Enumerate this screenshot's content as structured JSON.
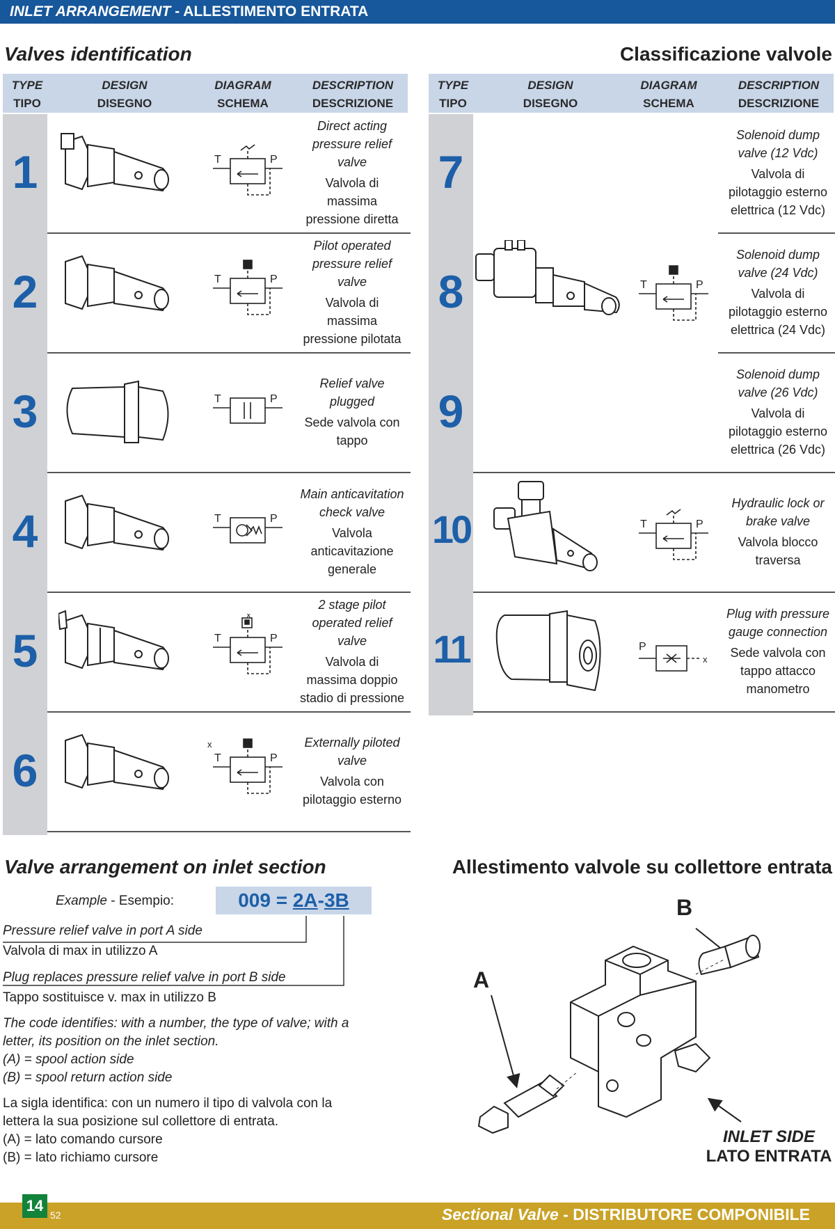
{
  "header": {
    "title_en": "INLET ARRANGEMENT",
    "sep": "-",
    "title_it": "ALLESTIMENTO ENTRATA"
  },
  "section1": {
    "title_en": "Valves identification",
    "title_it": "Classificazione valvole"
  },
  "table_headers": {
    "type": "TYPE",
    "tipo": "TIPO",
    "design": "DESIGN",
    "disegno": "DISEGNO",
    "diagram": "DIAGRAM",
    "schema": "SCHEMA",
    "description": "DESCRIPTION",
    "descrizione": "DESCRIZIONE"
  },
  "left_rows": [
    {
      "num": "1",
      "en": [
        "Direct acting",
        "pressure relief",
        "valve"
      ],
      "it": [
        "Valvola di",
        "massima",
        "pressione diretta"
      ],
      "diagram": "direct-relief",
      "design": "cartridge-a"
    },
    {
      "num": "2",
      "en": [
        "Pilot operated",
        "pressure relief",
        "valve"
      ],
      "it": [
        "Valvola di",
        "massima",
        "pressione pilotata"
      ],
      "diagram": "pilot-relief",
      "design": "cartridge-b"
    },
    {
      "num": "3",
      "en": [
        "Relief valve",
        "plugged"
      ],
      "it": [
        "Sede valvola con",
        "tappo"
      ],
      "diagram": "plugged",
      "design": "plug"
    },
    {
      "num": "4",
      "en": [
        "Main anticavitation",
        "check valve"
      ],
      "it": [
        "Valvola",
        "anticavitazione",
        "generale"
      ],
      "diagram": "check",
      "design": "cartridge-c"
    },
    {
      "num": "5",
      "en": [
        "2 stage pilot",
        "operated relief",
        "valve"
      ],
      "it": [
        "Valvola di",
        "massima doppio",
        "stadio di pressione"
      ],
      "diagram": "two-stage",
      "design": "cartridge-long"
    },
    {
      "num": "6",
      "en": [
        "Externally piloted",
        "valve"
      ],
      "it": [
        "Valvola con",
        "pilotaggio esterno"
      ],
      "diagram": "ext-pilot",
      "design": "cartridge-c"
    }
  ],
  "right_rows": [
    {
      "num": "7",
      "en": [
        "Solenoid dump",
        "valve (12 Vdc)"
      ],
      "it": [
        "Valvola di",
        "pilotaggio esterno",
        "elettrica (12 Vdc)"
      ]
    },
    {
      "num": "8",
      "en": [
        "Solenoid dump",
        "valve (24 Vdc)"
      ],
      "it": [
        "Valvola di",
        "pilotaggio esterno",
        "elettrica (24 Vdc)"
      ]
    },
    {
      "num": "9",
      "en": [
        "Solenoid dump",
        "valve (26 Vdc)"
      ],
      "it": [
        "Valvola di",
        "pilotaggio esterno",
        "elettrica (26 Vdc)"
      ]
    },
    {
      "num": "10",
      "en": [
        "Hydraulic lock or",
        "brake valve"
      ],
      "it": [
        "Valvola blocco",
        "traversa"
      ]
    },
    {
      "num": "11",
      "en": [
        "Plug with pressure",
        "gauge connection"
      ],
      "it": [
        "Sede valvola con",
        "tappo attacco",
        "manometro"
      ]
    }
  ],
  "diagram_labels": {
    "t": "T",
    "p": "P",
    "x": "x"
  },
  "section2": {
    "title_en": "Valve arrangement on inlet section",
    "title_it": "Allestimento valvole su collettore entrata"
  },
  "example": {
    "label_en": "Example",
    "sep": "-",
    "label_it": "Esempio:",
    "code_prefix": "009 =",
    "code_a": "2A",
    "code_dash": "-",
    "code_b": "3B"
  },
  "notes": {
    "a_en": "Pressure relief valve in port A side",
    "a_it": "Valvola di max in utilizzo A",
    "b_en": "Plug replaces pressure relief valve in port B side",
    "b_it": "Tappo sostituisce v. max in utilizzo B",
    "code_en_1": "The code identifies: with a number, the type of valve; with a",
    "code_en_2": "letter, its position on the inlet section.",
    "code_en_3": "(A) = spool action side",
    "code_en_4": "(B) = spool return action side",
    "code_it_1": "La sigla identifica: con un numero il tipo di valvola con la",
    "code_it_2": "lettera la sua posizione sul collettore di entrata.",
    "code_it_3": "(A) = lato comando cursore",
    "code_it_4": "(B) = lato richiamo cursore"
  },
  "assembly": {
    "label_a": "A",
    "label_b": "B",
    "side_en": "INLET SIDE",
    "side_it": "LATO ENTRATA"
  },
  "footer": {
    "page": "14",
    "page_small": "52",
    "title_en": "Sectional Valve",
    "sep": " - ",
    "title_it": "DISTRIBUTORE COMPONIBILE"
  },
  "colors": {
    "blue": "#17579b",
    "num_blue": "#1d5fa8",
    "header_bg": "#c9d6e8",
    "num_bg": "#cfd1d5",
    "footer_gold": "#c9a227",
    "page_green": "#12833b"
  }
}
